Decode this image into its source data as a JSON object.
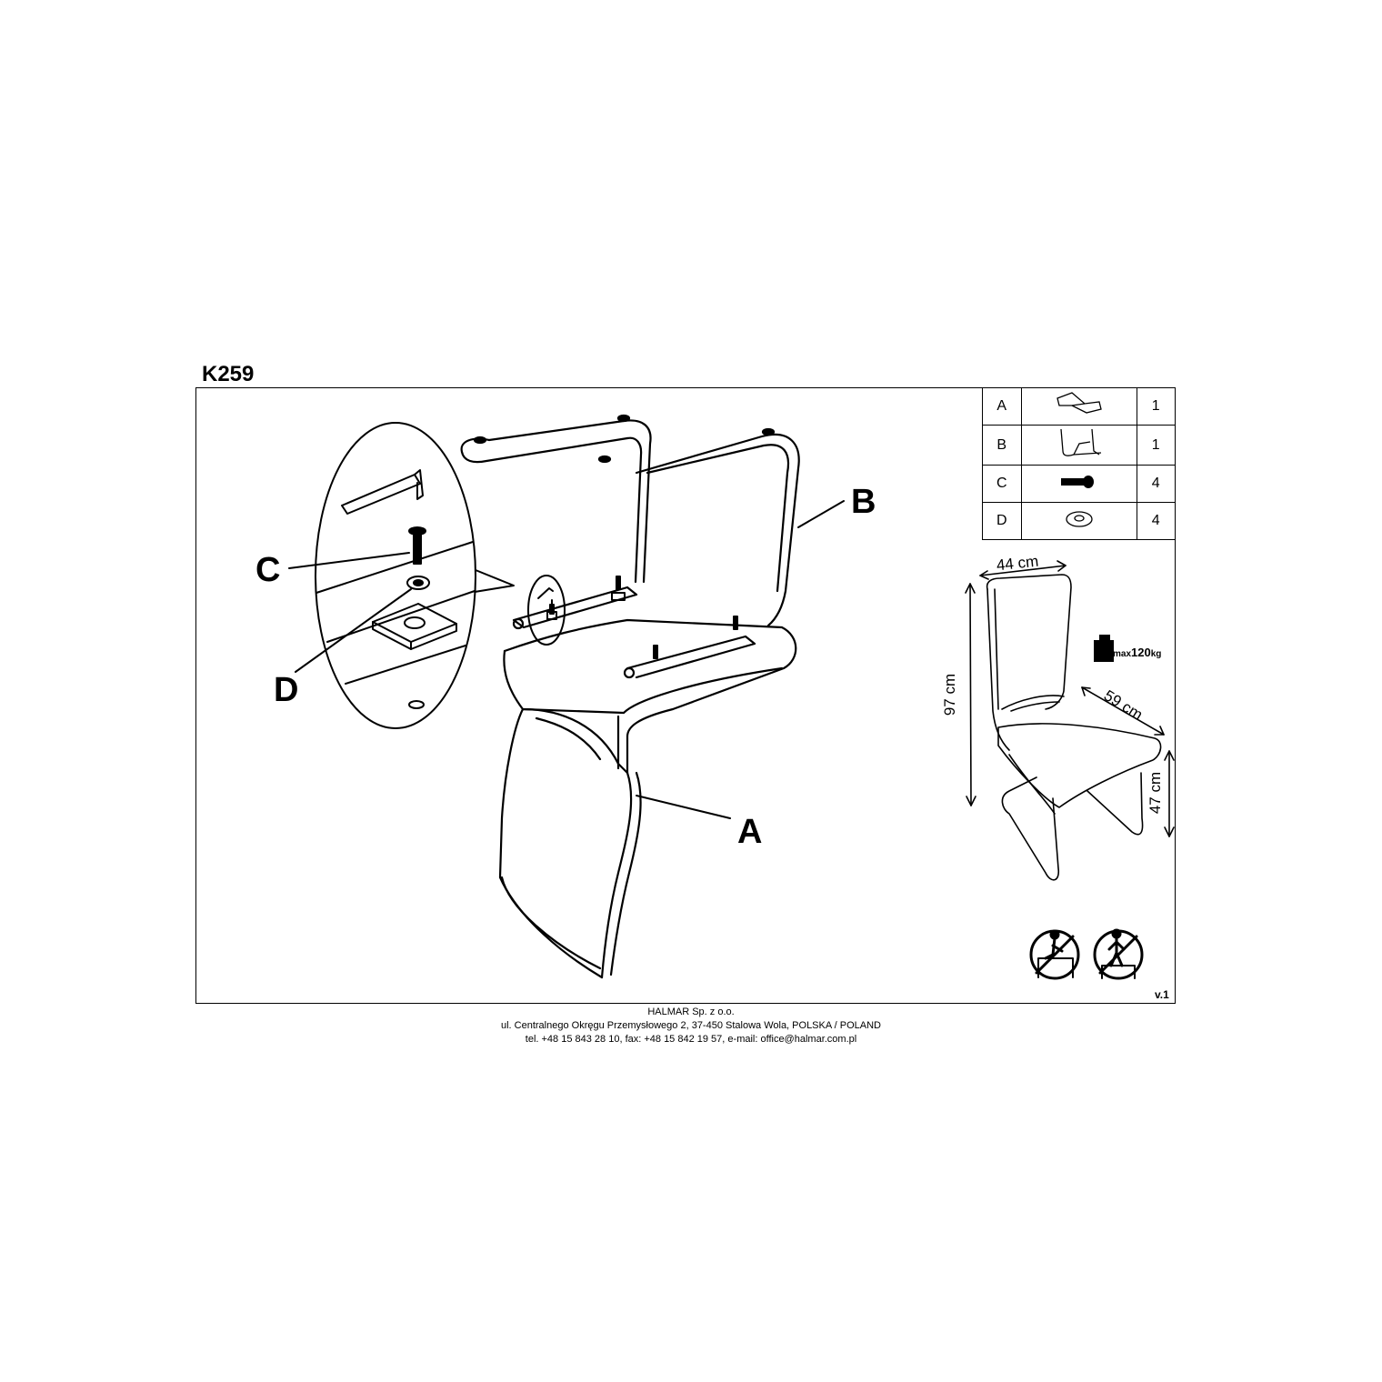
{
  "model": "K259",
  "callouts": {
    "a": "A",
    "b": "B",
    "c": "C",
    "d": "D"
  },
  "parts": [
    {
      "letter": "A",
      "icon": "seat-shell-icon",
      "qty": "1"
    },
    {
      "letter": "B",
      "icon": "cantilever-frame-icon",
      "qty": "1"
    },
    {
      "letter": "C",
      "icon": "bolt-icon",
      "qty": "4"
    },
    {
      "letter": "D",
      "icon": "washer-icon",
      "qty": "4"
    }
  ],
  "dimensions": {
    "width": "44 cm",
    "height": "97 cm",
    "depth": "59 cm",
    "seat_height": "47 cm"
  },
  "load": {
    "prefix": "max",
    "value": "120",
    "unit": "kg"
  },
  "warnings": [
    "no-standing-on-chair-icon",
    "no-standing-on-chair-icon"
  ],
  "version": "v.1",
  "footer": {
    "company": "HALMAR Sp. z o.o.",
    "address": "ul. Centralnego Okręgu Przemysłowego 2, 37-450 Stalowa Wola, POLSKA / POLAND",
    "contact": "tel. +48 15 843 28 10, fax: +48 15 842 19 57, e-mail: office@halmar.com.pl"
  }
}
